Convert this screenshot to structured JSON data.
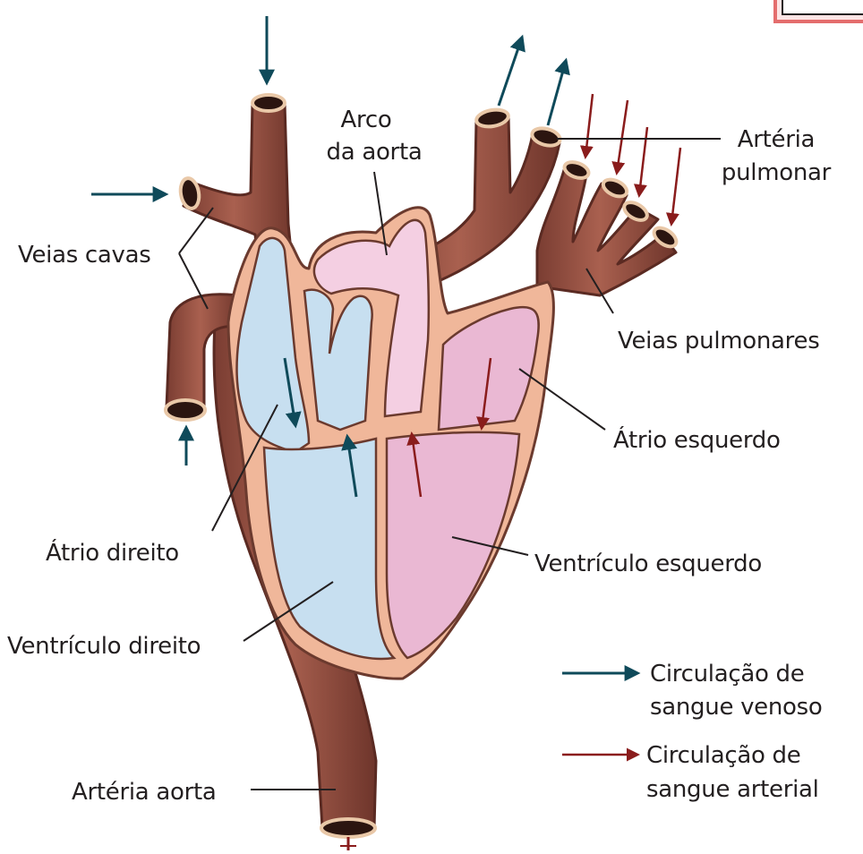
{
  "labels": {
    "veias_cavas": "Veias cavas",
    "arco_da_aorta_1": "Arco",
    "arco_da_aorta_2": "da aorta",
    "arteria_pulmonar_1": "Artéria",
    "arteria_pulmonar_2": "pulmonar",
    "veias_pulmonares": "Veias pulmonares",
    "atrio_esquerdo": "Átrio esquerdo",
    "atrio_direito": "Átrio direito",
    "ventriculo_esquerdo": "Ventrículo esquerdo",
    "ventriculo_direito": "Ventrículo direito",
    "arteria_aorta": "Artéria aorta"
  },
  "legend": {
    "venoso_1": "Circulação de",
    "venoso_2": "sangue venoso",
    "arterial_1": "Circulação de",
    "arterial_2": "sangue arterial"
  },
  "colors": {
    "vessel": "#8b4a3e",
    "venous_blood": "#c7dff0",
    "arterial_blood": "#eab8d3",
    "venous_arrow": "#0f4a5a",
    "arterial_arrow": "#8a1c1c",
    "frame_border": "#e46d6d"
  }
}
